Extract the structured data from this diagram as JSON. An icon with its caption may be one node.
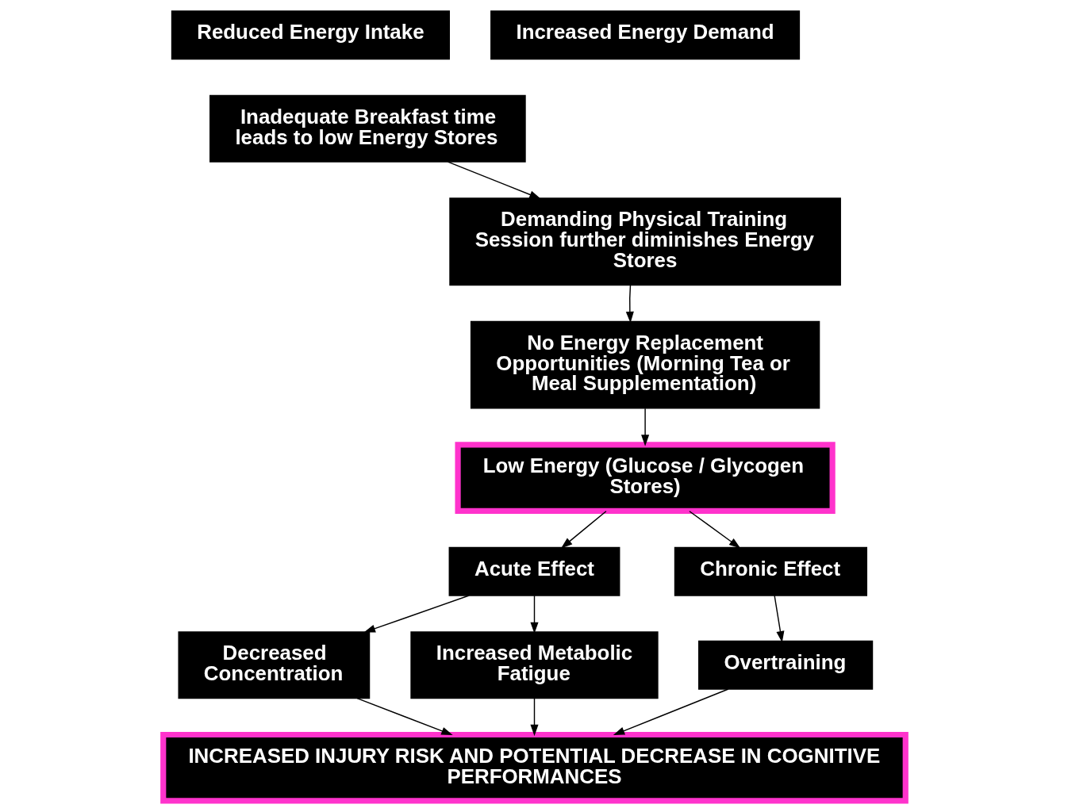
{
  "diagram": {
    "nodes": [
      {
        "text": [
          "Reduced Energy Intake"
        ]
      },
      {
        "text": [
          "Increased Energy Demand"
        ]
      },
      {
        "text": [
          "Inadequate Breakfast time leads to low Energy Stores"
        ]
      },
      {
        "text": [
          "Demanding Physical Training Session further diminishes Energy Stores"
        ]
      },
      {
        "text": [
          "No Energy Replacement Opportunities (Morning Tea or Meal Supplementation)"
        ]
      },
      {
        "text": [
          "Low Energy (Glucose / Glycogen Stores)"
        ]
      },
      {
        "text": [
          "Acute Effect"
        ]
      },
      {
        "text": [
          "Chronic Effect"
        ]
      },
      {
        "text": [
          "Decreased Concentration"
        ]
      },
      {
        "text": [
          "Increased Metabolic Fatigue"
        ]
      },
      {
        "text": [
          "Overtraining"
        ]
      },
      {
        "text": [
          "INCREASED INJURY RISK AND POTENTIAL DECREASE IN COGNITIVE PERFORMANCES"
        ]
      }
    ],
    "edges": [
      {
        "from": 2,
        "to": 3,
        "arrow": "to"
      },
      {
        "from": 3,
        "to": 4,
        "arrow": "to"
      },
      {
        "from": 4,
        "to": 5,
        "arrow": "to"
      },
      {
        "from": 5,
        "to": 6,
        "arrow": "to"
      },
      {
        "from": 5,
        "to": 7,
        "arrow": "to"
      },
      {
        "from": 6,
        "to": 8,
        "arrow": "to"
      },
      {
        "from": 6,
        "to": 9,
        "arrow": "to"
      },
      {
        "from": 7,
        "to": 10,
        "arrow": "to"
      },
      {
        "from": 8,
        "to": 11,
        "arrow": "to"
      },
      {
        "from": 9,
        "to": 11,
        "arrow": "to"
      },
      {
        "from": 10,
        "to": 11,
        "arrow": "to"
      }
    ]
  }
}
